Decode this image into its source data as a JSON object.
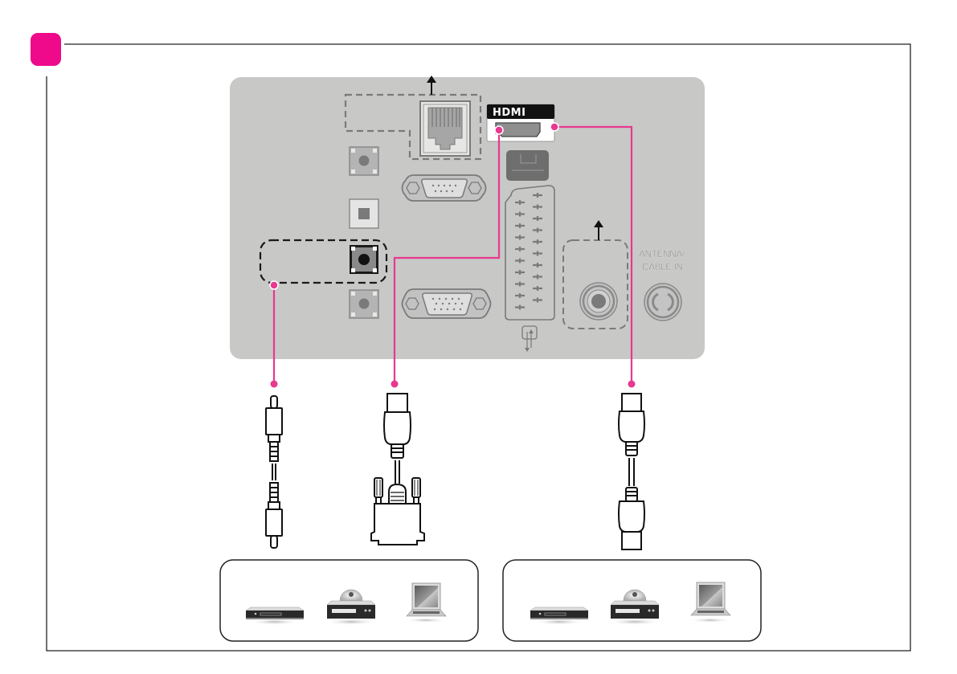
{
  "diagram": {
    "title": "TV rear panel connection diagram",
    "step_marker": {
      "color": "#ee0a8b",
      "label": ""
    },
    "accent_color": "#e8388f",
    "panel_color": "#c8c8c6",
    "labels": {
      "hdmi": "HDMI",
      "antenna_line1": "ANTENNA/",
      "antenna_line2": "CABLE IN"
    },
    "ports": [
      {
        "id": "lan",
        "name": "LAN (RJ-45)",
        "highlighted": false
      },
      {
        "id": "hdmi",
        "name": "HDMI",
        "highlighted": true
      },
      {
        "id": "usb",
        "name": "USB",
        "highlighted": false
      },
      {
        "id": "audio-in-1",
        "name": "Audio jack (upper)",
        "highlighted": false
      },
      {
        "id": "rs232c",
        "name": "RS-232C (D-sub 9)",
        "highlighted": false
      },
      {
        "id": "optical",
        "name": "Optical audio out",
        "highlighted": false
      },
      {
        "id": "audio-in-pc",
        "name": "Audio in (PC/DVI)",
        "highlighted": true
      },
      {
        "id": "audio-in-2",
        "name": "Audio jack (lower)",
        "highlighted": false
      },
      {
        "id": "rgb",
        "name": "RGB (D-sub 15)",
        "highlighted": false
      },
      {
        "id": "scart",
        "name": "SCART (AV in/out)",
        "highlighted": false
      },
      {
        "id": "satellite",
        "name": "Satellite IN",
        "highlighted": false
      },
      {
        "id": "antenna",
        "name": "Antenna/Cable IN",
        "highlighted": false
      }
    ],
    "cables": [
      {
        "id": "audio-cable",
        "name": "3.5mm stereo audio cable",
        "from": "audio-in-pc"
      },
      {
        "id": "hdmi-dvi-cable",
        "name": "HDMI to DVI cable",
        "from": "hdmi"
      },
      {
        "id": "hdmi-cable",
        "name": "HDMI cable",
        "from": "hdmi"
      }
    ],
    "device_groups": [
      {
        "id": "group-left",
        "devices": [
          "Set-top box",
          "DVD player",
          "Laptop PC"
        ]
      },
      {
        "id": "group-right",
        "devices": [
          "Set-top box",
          "DVD player",
          "Laptop PC"
        ]
      }
    ]
  }
}
